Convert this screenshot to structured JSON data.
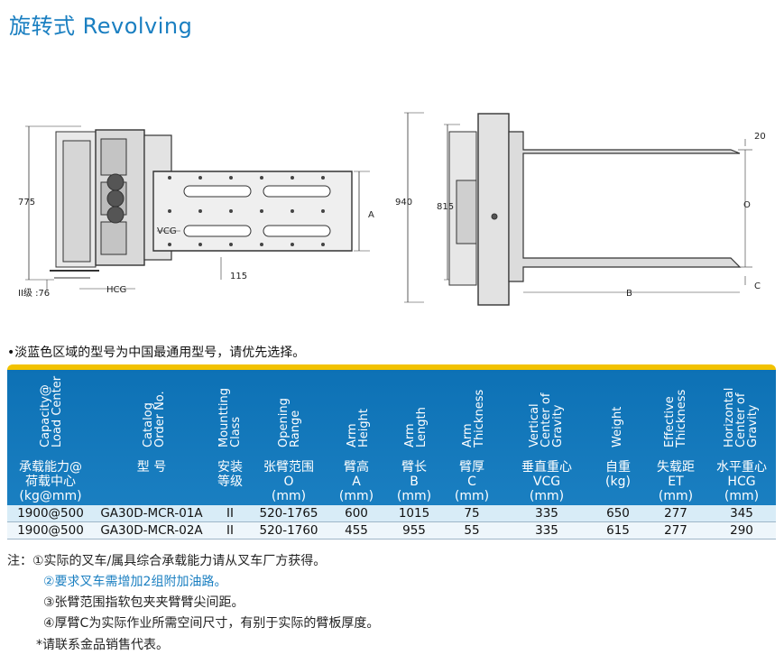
{
  "page": {
    "title": "旋转式 Revolving"
  },
  "drawing_labels": {
    "left": {
      "height": "775",
      "dim_a": "A",
      "vcg": "VCG",
      "offset": "115",
      "class_note": "II级 :76",
      "hcg": "HCG"
    },
    "right": {
      "height_outer": "940",
      "height_inner": "815",
      "tip": "20",
      "opening": "O",
      "length": "B",
      "thickness": "C"
    }
  },
  "note": "•淡蓝色区域的型号为中国最通用型号，请优先选择。",
  "table": {
    "headers": [
      {
        "rot": "Capacity@\nLoad Center",
        "cn": "承载能力@\n荷载中心\n(kg@mm)"
      },
      {
        "rot": "Catalog\nOrder No.",
        "cn": "型 号"
      },
      {
        "rot": "Mountting\nClass",
        "cn": "安装\n等级"
      },
      {
        "rot": "Opening\nRange",
        "cn": "张臂范围\nO\n(mm)"
      },
      {
        "rot": "Arm\nHeight",
        "cn": "臂高\nA\n(mm)"
      },
      {
        "rot": "Arm\nLength",
        "cn": "臂长\nB\n(mm)"
      },
      {
        "rot": "Arm\nThickness",
        "cn": "臂厚\nC\n(mm)"
      },
      {
        "rot": "Vertical\nCenter of\nGravity",
        "cn": "垂直重心\nVCG\n(mm)"
      },
      {
        "rot": "Weight",
        "cn": "自重\n(kg)"
      },
      {
        "rot": "Effective\nThickness",
        "cn": "失载距\nET\n(mm)"
      },
      {
        "rot": "Horizontal\nCenter of\nGravity",
        "cn": "水平重心\nHCG\n(mm)"
      }
    ],
    "rows": [
      [
        "1900@500",
        "GA30D-MCR-01A",
        "II",
        "520-1765",
        "600",
        "1015",
        "75",
        "335",
        "650",
        "277",
        "345"
      ],
      [
        "1900@500",
        "GA30D-MCR-02A",
        "II",
        "520-1760",
        "455",
        "955",
        "55",
        "335",
        "615",
        "277",
        "290"
      ]
    ]
  },
  "footnotes": [
    "注：①实际的叉车/属具综合承载能力请从叉车厂方获得。",
    "②要求叉车需增加2组附加油路。",
    "③张臂范围指软包夹夹臂臂尖间距。",
    "④厚臂C为实际作业所需空间尺寸，有别于实际的臂板厚度。",
    "*请联系金品销售代表。"
  ],
  "colors": {
    "title": "#1a7fc1",
    "header_bg": "#1a7fc1",
    "accent_bar": "#f2c200",
    "row_highlight": "#d8ecf7"
  }
}
